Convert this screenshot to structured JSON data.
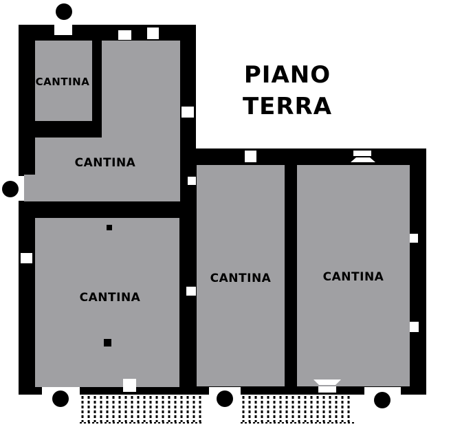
{
  "title": {
    "line1": "PIANO",
    "line2": "TERRA"
  },
  "rooms": [
    {
      "label": "CANTINA"
    },
    {
      "label": "CANTINA"
    },
    {
      "label": "CANTINA"
    },
    {
      "label": "CANTINA"
    },
    {
      "label": "CANTINA"
    }
  ],
  "colors": {
    "wall": "#000000",
    "room_fill": "#a0a0a3",
    "background": "#ffffff"
  }
}
